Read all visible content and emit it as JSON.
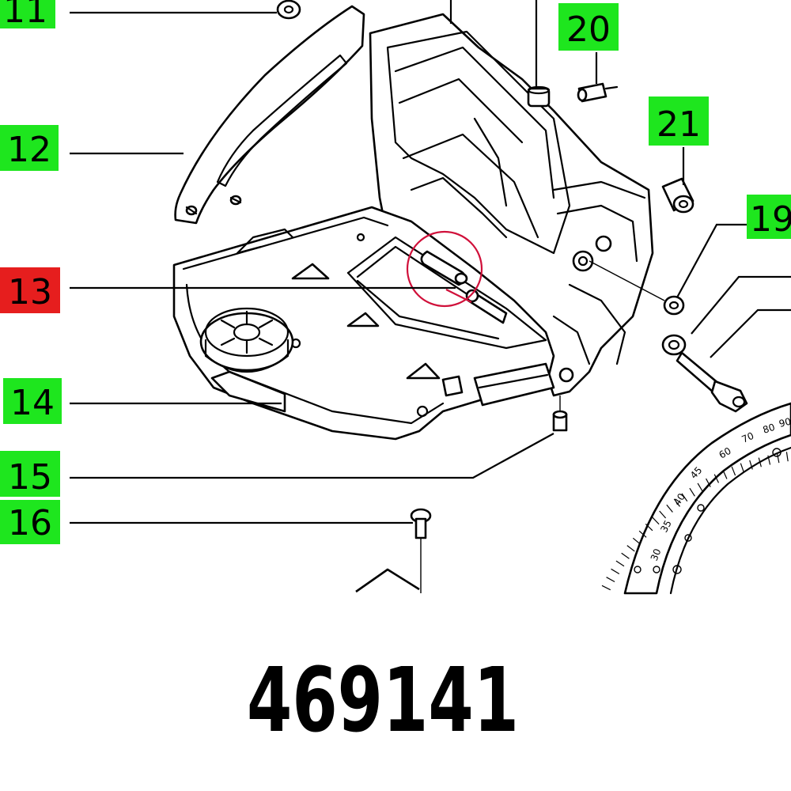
{
  "part_number": "469141",
  "colors": {
    "green": "#1ee61e",
    "red": "#e61e1e",
    "line": "#000000",
    "highlight": "#d0103a"
  },
  "callouts": [
    {
      "id": "c11",
      "label": "11",
      "state": "normal"
    },
    {
      "id": "c12",
      "label": "12",
      "state": "normal"
    },
    {
      "id": "c13",
      "label": "13",
      "state": "selected"
    },
    {
      "id": "c14",
      "label": "14",
      "state": "normal"
    },
    {
      "id": "c15",
      "label": "15",
      "state": "normal"
    },
    {
      "id": "c16",
      "label": "16",
      "state": "normal"
    },
    {
      "id": "c19",
      "label": "19",
      "state": "normal"
    },
    {
      "id": "c20",
      "label": "20",
      "state": "normal"
    },
    {
      "id": "c21",
      "label": "21",
      "state": "normal"
    }
  ],
  "scale_labels": [
    "60",
    "70",
    "80",
    "90",
    "45",
    "40",
    "35",
    "30"
  ]
}
